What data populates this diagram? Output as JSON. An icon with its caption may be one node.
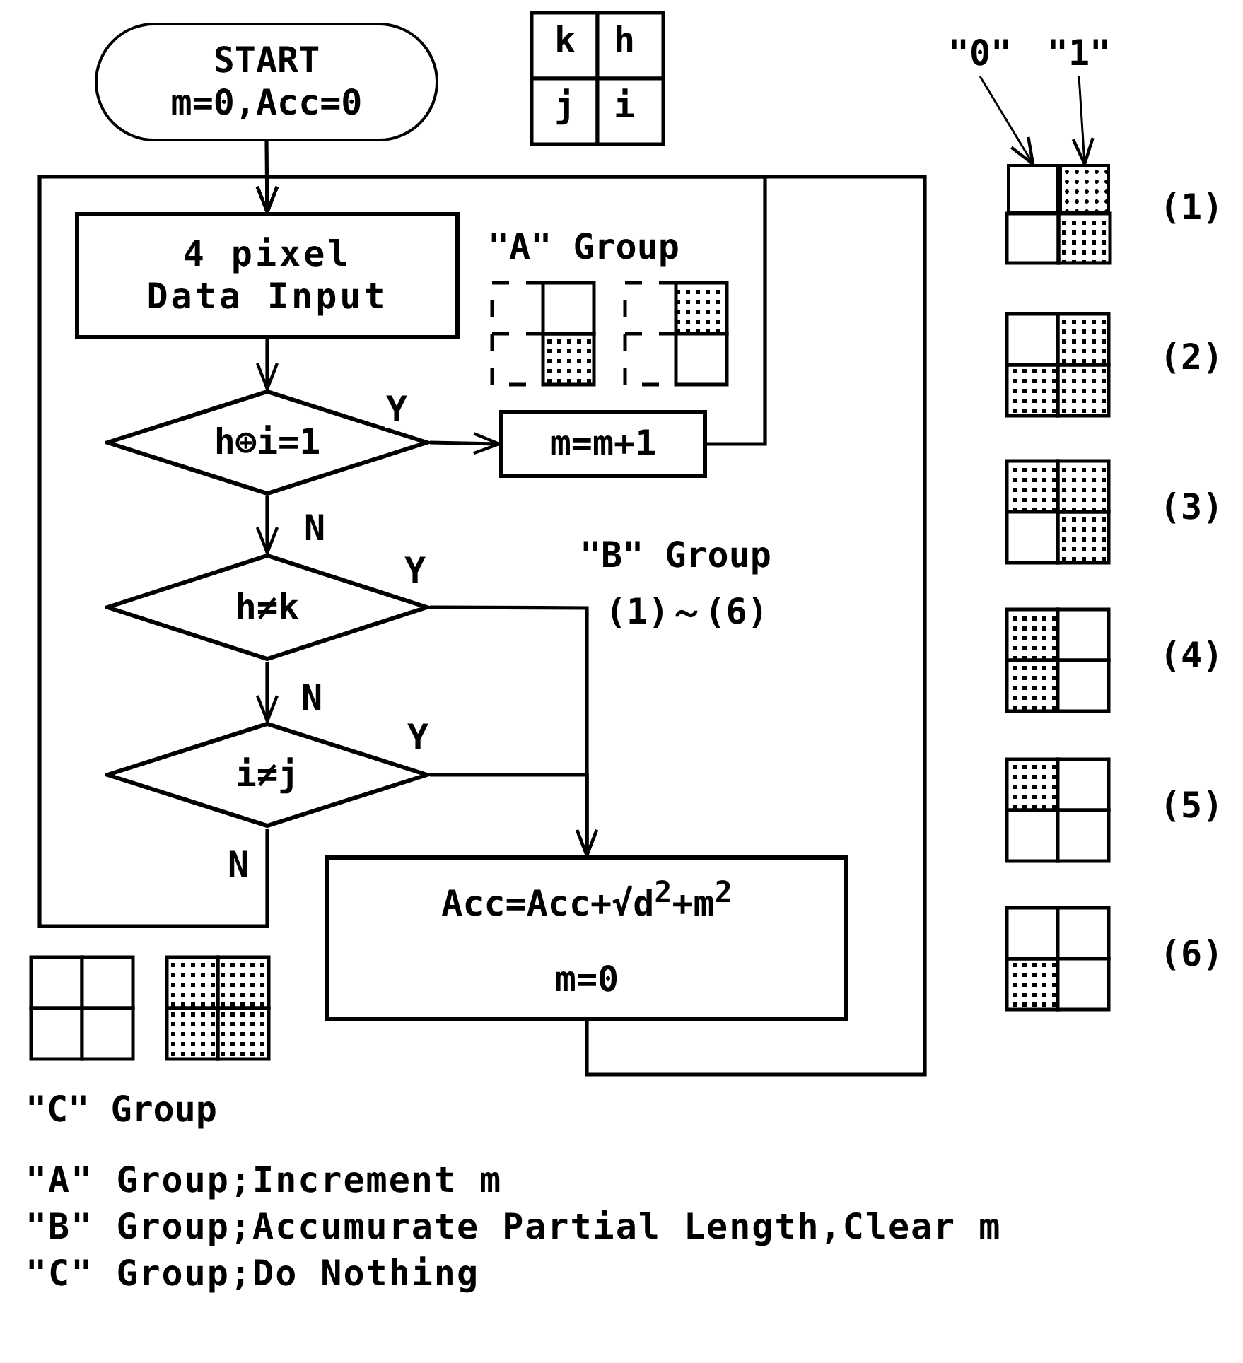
{
  "diagram": {
    "nodes": [
      {
        "text": [
          "START",
          "m=0,Acc=0"
        ]
      },
      {
        "text": [
          "4 pixel Data Input"
        ]
      },
      {
        "text": [
          "h⊕i=1"
        ]
      },
      {
        "text": [
          "m=m+1"
        ]
      },
      {
        "text": [
          "h≠k"
        ]
      },
      {
        "text": [
          "i≠j"
        ]
      },
      {
        "text": [
          "Acc=Acc+√d$^{2}$+m$^{2}$",
          "m=0"
        ]
      },
      {
        "text": [
          "\"0\""
        ]
      },
      {
        "text": [
          "\"1\""
        ]
      },
      {
        "text": [],
        "shape": "box"
      },
      {
        "text": [],
        "shape": "box"
      }
    ],
    "edges": [
      {
        "from": 0,
        "to": 1,
        "arrow": "to"
      },
      {
        "from": 5,
        "to": 1,
        "arrow": "to",
        "label": "N"
      },
      {
        "from": 3,
        "to": 1,
        "arrow": "to"
      },
      {
        "from": 6,
        "to": 1,
        "arrow": "to"
      },
      {
        "from": 1,
        "to": 2,
        "arrow": "to"
      },
      {
        "from": 2,
        "to": 3,
        "arrow": "to",
        "label": "Y"
      },
      {
        "from": 2,
        "to": 4,
        "arrow": "to",
        "label": "N"
      },
      {
        "from": 4,
        "to": 6,
        "arrow": "to",
        "label": "Y"
      },
      {
        "from": 5,
        "to": 6,
        "arrow": "to",
        "label": "Y"
      },
      {
        "from": 4,
        "to": 5,
        "arrow": "to",
        "label": "N"
      },
      {
        "from": 7,
        "to": 9,
        "arrow": "to"
      },
      {
        "from": 8,
        "to": 10,
        "arrow": "to"
      }
    ],
    "labels": [
      "k",
      "h",
      "j",
      "i",
      "\"A\" Group",
      "\"B\" Group",
      "(1)～(6)",
      "(1)",
      "(2)",
      "(3)",
      "(4)",
      "(5)",
      "(6)",
      "\"C\" Group",
      "\"A\" Group;Increment m",
      "\"B\" Group;Accumurate Partial Length,Clear m",
      "\"C\" Group;Do Nothing"
    ]
  }
}
